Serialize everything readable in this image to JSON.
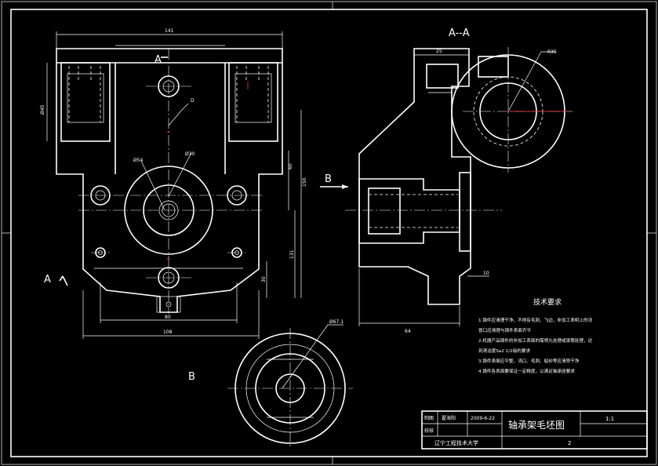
{
  "section_label": "A--A",
  "view_label_a_top": "A",
  "view_label_a_left": "A",
  "view_label_b_arrow": "B",
  "view_label_b_bottom": "B",
  "dimensions": {
    "top_width": "141",
    "left_height": "Ø45",
    "pipe_tap": "D",
    "outer_circle": "Ø54",
    "inner_circle": "Ø30",
    "v_60": "60",
    "v_150": "150",
    "v_131": "131",
    "v_30": "30",
    "bottom_80": "80",
    "bottom_108": "108",
    "radius_r35": "R35",
    "sec_25": "25",
    "sec_10": "10",
    "sec_64": "64",
    "circle_b": "Ø67.1"
  },
  "notes": {
    "title": "技术要求",
    "lines": [
      "1.铸件应清理干净，不得有毛刺、飞边，非加工表明上的浇",
      "冒口应清理与铸件表面齐平",
      "2.机器产品铸件的非加工表面的需喷丸处理或滚筒处理，达",
      "到清洁度Sa2 1/2级的要求",
      "3.铸件表面应平整，浇口、毛刺、粘砂等应清除干净",
      "4.铸件各表面要保证一定精度，以满足轴承座要求"
    ]
  },
  "title_block": {
    "drawn_label": "制图",
    "drawn_name": "翟海阳",
    "date": "2009-6-22",
    "check_label": "校核",
    "drawing_title": "轴承架毛坯图",
    "scale": "1:1",
    "school": "辽宁工程技术大学",
    "sheet": "2"
  }
}
